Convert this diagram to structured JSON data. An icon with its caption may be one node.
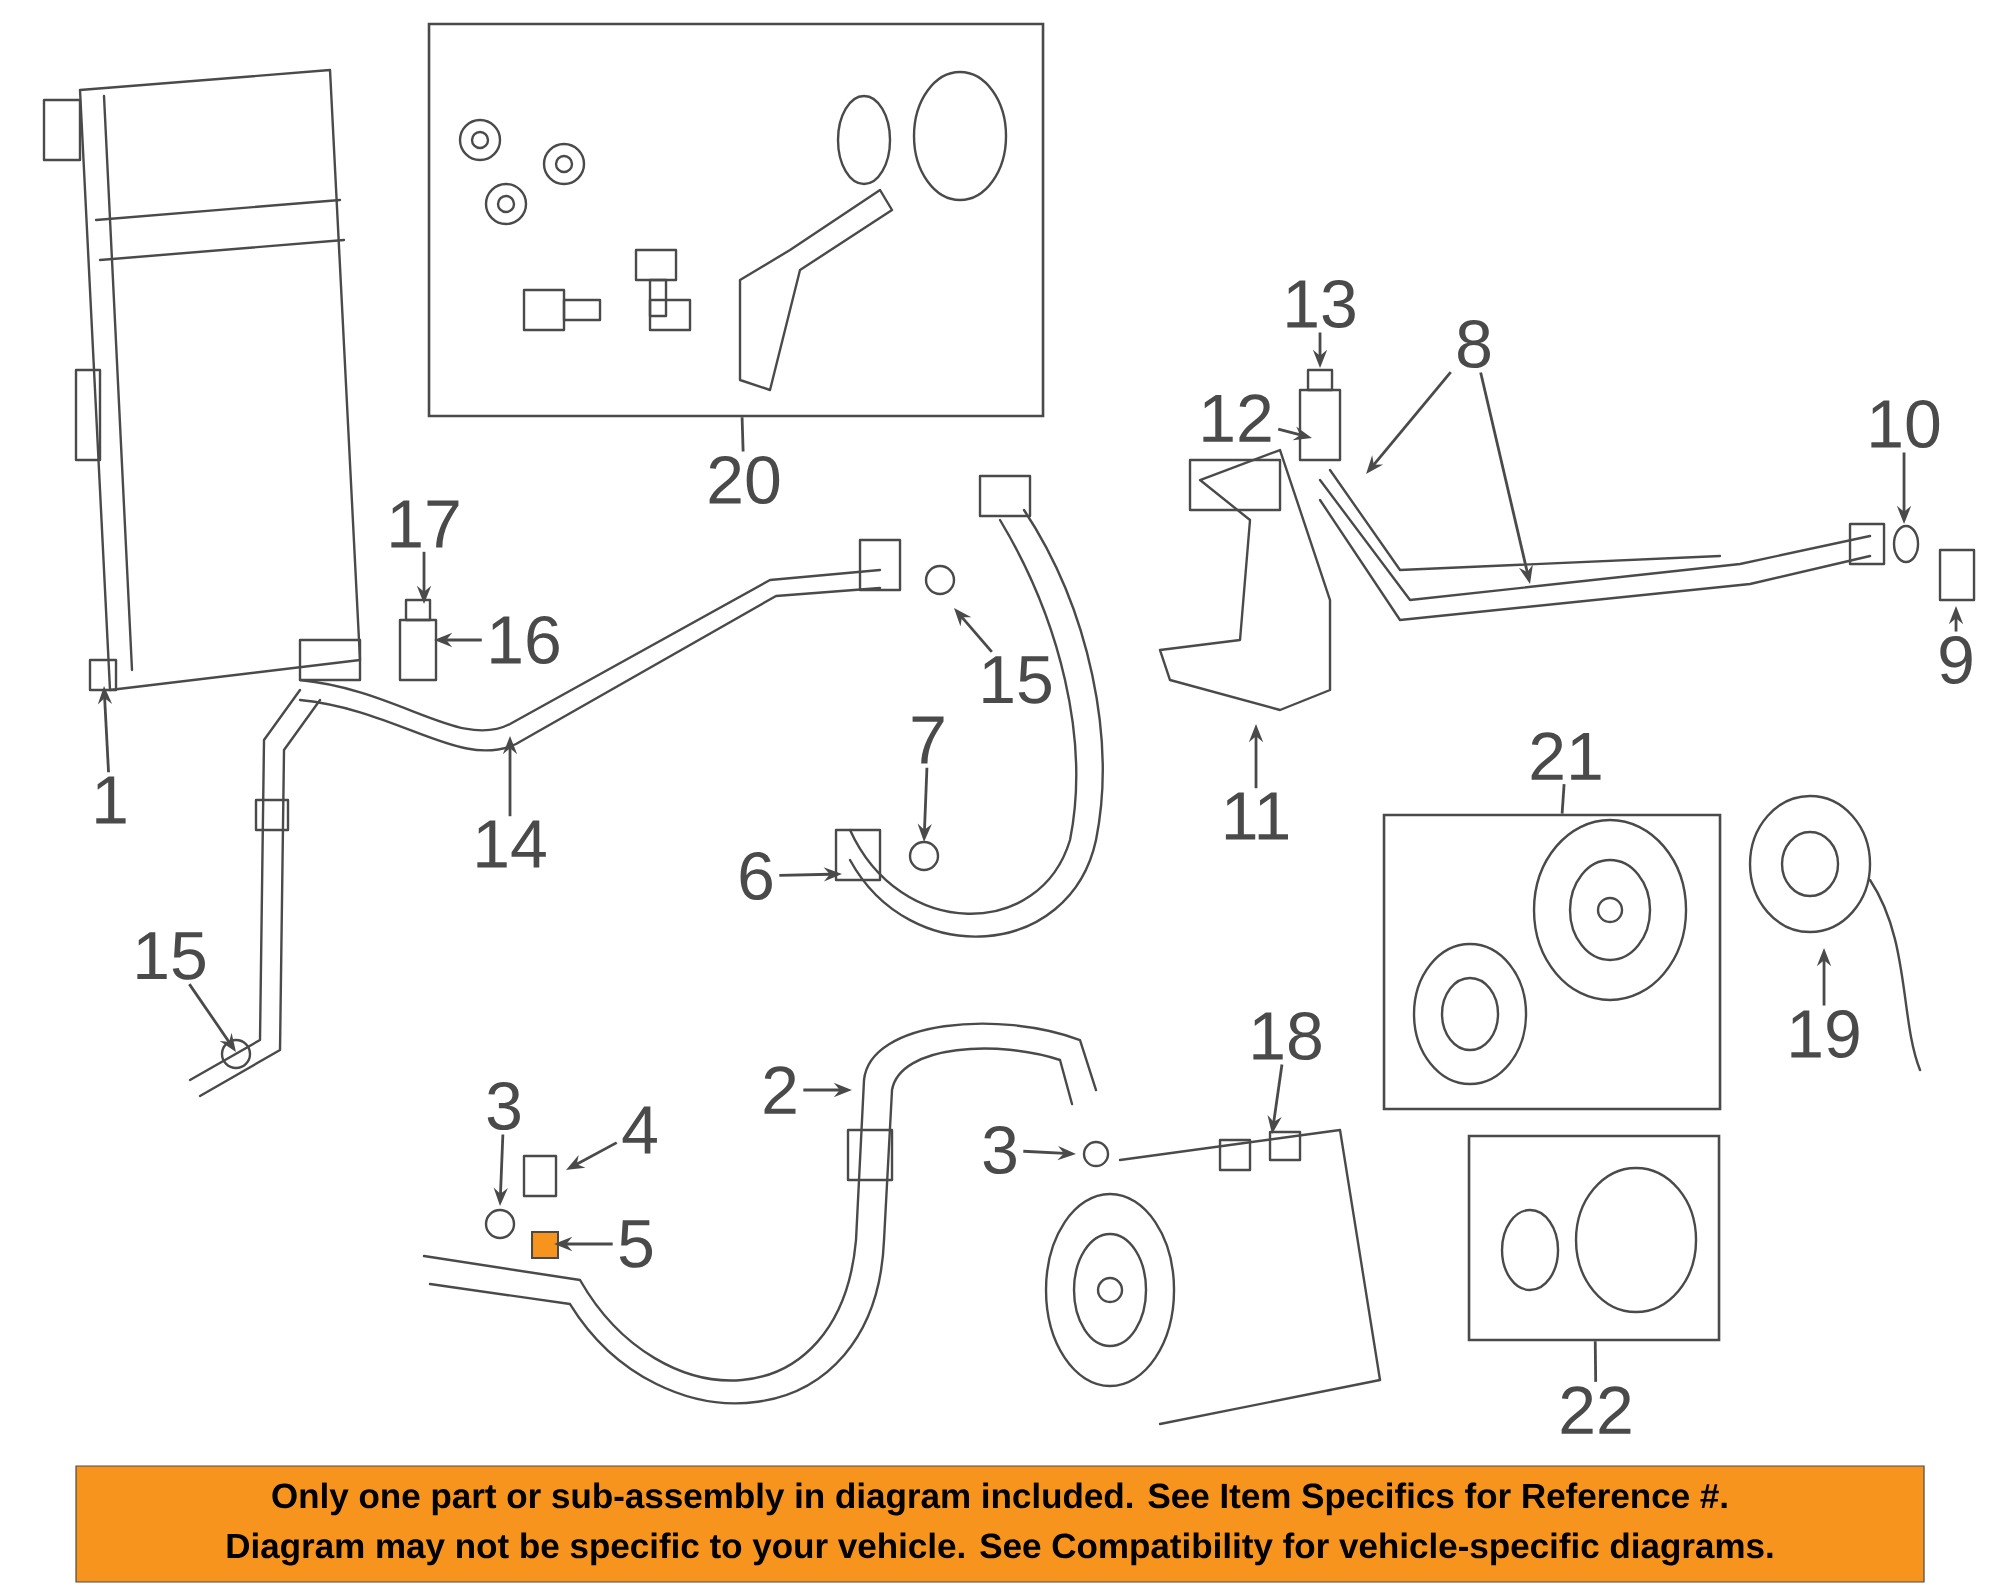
{
  "diagram": {
    "nodes": [
      {
        "text": [],
        "shape": "box"
      },
      {
        "text": [
          "13"
        ]
      },
      {
        "text": [
          "8"
        ]
      },
      {
        "text": [
          "17"
        ]
      },
      {
        "text": [
          "12"
        ]
      },
      {
        "text": [
          "10"
        ]
      },
      {
        "text": [
          "20"
        ]
      },
      {
        "text": [
          "16"
        ]
      },
      {
        "text": [
          "15"
        ]
      },
      {
        "text": [
          "9"
        ]
      },
      {
        "text": [
          "7"
        ]
      },
      {
        "text": [
          "21"
        ]
      },
      {
        "text": [
          "1"
        ]
      },
      {
        "text": [
          "11"
        ]
      },
      {
        "text": [
          "14"
        ]
      },
      {
        "text": [
          "6"
        ]
      },
      {
        "text": [],
        "shape": "box"
      },
      {
        "text": [
          "15"
        ]
      },
      {
        "text": [
          "19"
        ]
      },
      {
        "text": [
          "18"
        ]
      },
      {
        "text": [
          "2"
        ]
      },
      {
        "text": [
          "3"
        ]
      },
      {
        "text": [
          "4"
        ]
      },
      {
        "text": [
          "3"
        ]
      },
      {
        "text": [],
        "shape": "box"
      },
      {
        "text": [
          "5"
        ]
      },
      {
        "text": [
          "22"
        ]
      },
      {
        "text": [
          "Only one part or sub-assembly in diagram included. See Item Specifics for Reference #.",
          "Diagram may not be specific to your vehicle. See Compatibility for vehicle-specific diagrams."
        ]
      }
    ],
    "edges": [
      {
        "from": 12,
        "to": null,
        "arrow": "to"
      },
      {
        "from": 20,
        "to": null,
        "arrow": "to"
      },
      {
        "from": 21,
        "to": null,
        "arrow": "to"
      },
      {
        "from": 22,
        "to": null,
        "arrow": "to"
      },
      {
        "from": 25,
        "to": null,
        "arrow": "to"
      },
      {
        "from": 23,
        "to": null,
        "arrow": "to"
      },
      {
        "from": 15,
        "to": null,
        "arrow": "to"
      },
      {
        "from": 10,
        "to": null,
        "arrow": "to"
      },
      {
        "from": 2,
        "to": null,
        "arrow": "to"
      },
      {
        "from": 2,
        "to": null,
        "arrow": "to"
      },
      {
        "from": 9,
        "to": null,
        "arrow": "to"
      },
      {
        "from": 5,
        "to": null,
        "arrow": "to"
      },
      {
        "from": 13,
        "to": null,
        "arrow": "to"
      },
      {
        "from": 4,
        "to": null,
        "arrow": "to"
      },
      {
        "from": 1,
        "to": null,
        "arrow": "to"
      },
      {
        "from": 14,
        "to": null,
        "arrow": "to"
      },
      {
        "from": 8,
        "to": null,
        "arrow": "to"
      },
      {
        "from": 17,
        "to": null,
        "arrow": "to"
      },
      {
        "from": 7,
        "to": null,
        "arrow": "to"
      },
      {
        "from": 3,
        "to": null,
        "arrow": "to"
      },
      {
        "from": 19,
        "to": null,
        "arrow": "to"
      },
      {
        "from": 18,
        "to": null,
        "arrow": "to"
      },
      {
        "from": 6,
        "to": 0,
        "arrow": "none"
      },
      {
        "from": 11,
        "to": 16,
        "arrow": "none"
      },
      {
        "from": 26,
        "to": 24,
        "arrow": "none"
      }
    ]
  }
}
